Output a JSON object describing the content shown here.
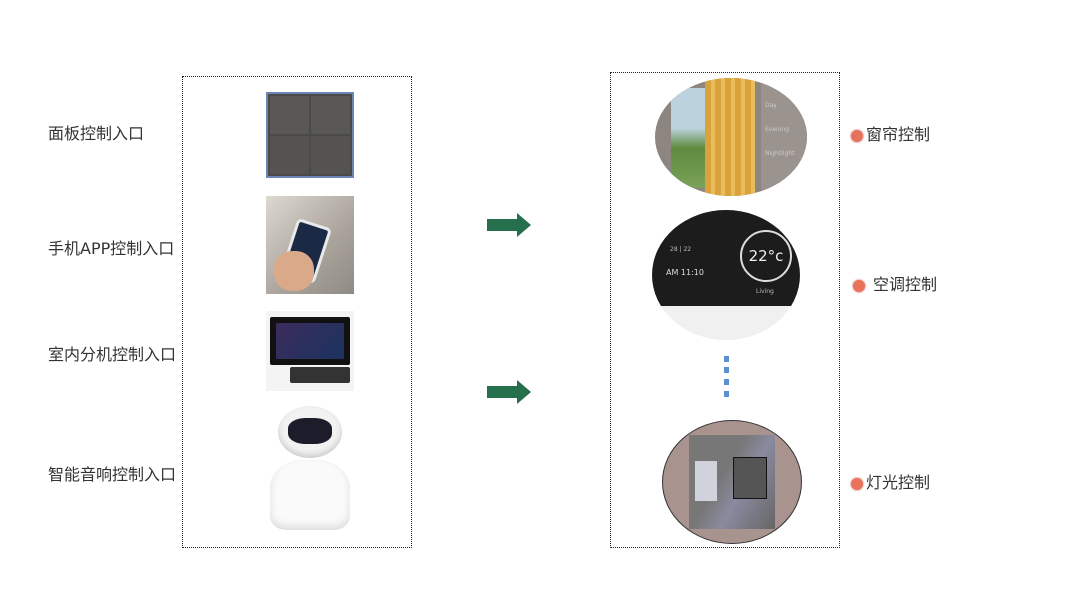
{
  "inputs": [
    {
      "label": "面板控制入口"
    },
    {
      "label": "手机APP控制入口"
    },
    {
      "label": "室内分机控制入口"
    },
    {
      "label": "智能音响控制入口"
    }
  ],
  "outputs": [
    {
      "label": "窗帘控制"
    },
    {
      "label": "空调控制"
    },
    {
      "label": "灯光控制"
    }
  ],
  "thermostat": {
    "temp": "22°c",
    "time": "AM 11:10",
    "range": "28 | 22",
    "mode": "Living"
  },
  "curtain_panel": [
    "Day",
    "Evening",
    "Nightlight"
  ],
  "colors": {
    "arrow": "#256f4d",
    "bullet": "#e8735a",
    "ellipsis": "#5b8fd0"
  }
}
